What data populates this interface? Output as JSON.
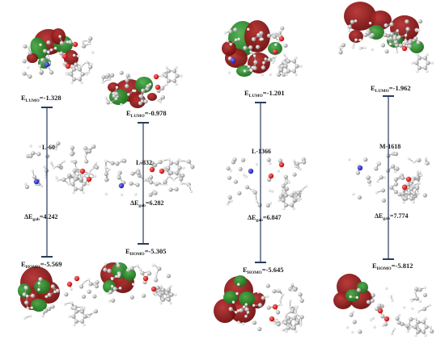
{
  "columns": [
    {
      "molecule": "L-60",
      "lumo": {
        "sub": "LUMO",
        "value": "=-1.328"
      },
      "gap": {
        "sub": "gab",
        "value": "=4.242"
      },
      "homo": {
        "sub": "HOMO",
        "value": "=-5.569"
      }
    },
    {
      "molecule": "L-832",
      "lumo": {
        "sub": "LUMO",
        "value": "=-0.978"
      },
      "gap": {
        "sub": "gab",
        "value": "=6.282"
      },
      "homo": {
        "sub": "HOMO",
        "value": "=-5.305"
      }
    },
    {
      "molecule": "L-1366",
      "lumo": {
        "sub": "LUMO",
        "value": "=-1.201"
      },
      "gap": {
        "sub": "gab",
        "value": "=6.847"
      },
      "homo": {
        "sub": "HOMO",
        "value": "=-5.645"
      }
    },
    {
      "molecule": "M-1618",
      "lumo": {
        "sub": "LUMO",
        "value": "=-1.962"
      },
      "gap": {
        "sub": "gab",
        "value": "=7.774"
      },
      "homo": {
        "sub": "HOMO",
        "value": "=-5.812"
      }
    }
  ],
  "symbols": {
    "energy": "E",
    "delta_energy": "ΔE"
  },
  "colors": {
    "orbital_positive": "#8b1414",
    "orbital_negative": "#2e8b2e",
    "atom_carbon": "#9a9a9a",
    "atom_hydrogen": "#dcdcdc",
    "atom_oxygen": "#d01010",
    "atom_nitrogen": "#2020c0",
    "level_line": "#2a3b5c"
  }
}
